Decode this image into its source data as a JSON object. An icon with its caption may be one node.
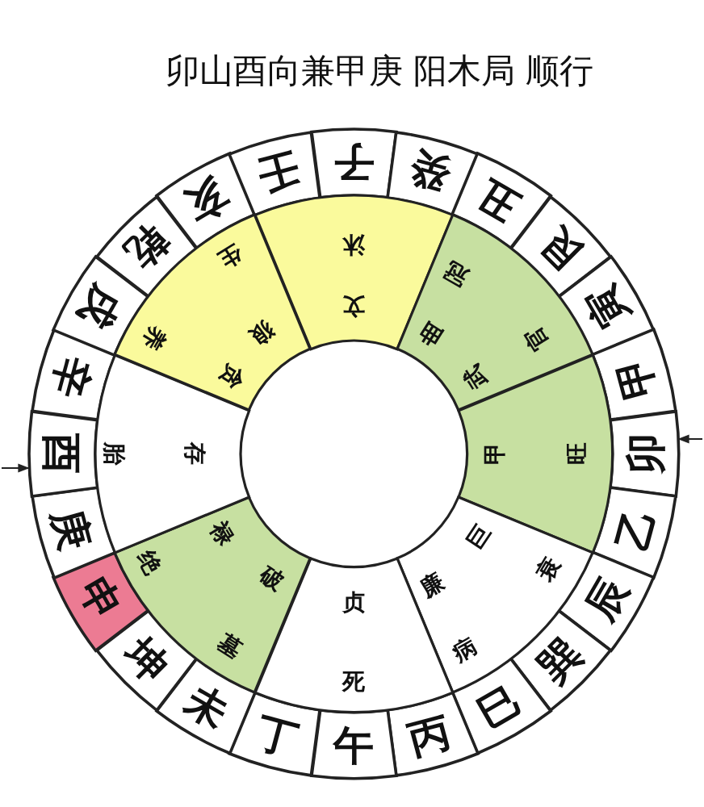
{
  "diagram": {
    "title": "卯山酉向兼甲庚 阳木局 顺行",
    "nodes": [
      {
        "text": [
          "子"
        ]
      },
      {
        "text": [
          "癸"
        ]
      },
      {
        "text": [
          "丑"
        ]
      },
      {
        "text": [
          "艮"
        ]
      },
      {
        "text": [
          "寅"
        ]
      },
      {
        "text": [
          "甲"
        ]
      },
      {
        "text": [
          "卯"
        ]
      },
      {
        "text": [
          "乙"
        ]
      },
      {
        "text": [
          "辰"
        ]
      },
      {
        "text": [
          "巽"
        ]
      },
      {
        "text": [
          "巳"
        ]
      },
      {
        "text": [
          "丙"
        ]
      },
      {
        "text": [
          "午"
        ]
      },
      {
        "text": [
          "丁"
        ]
      },
      {
        "text": [
          "未"
        ]
      },
      {
        "text": [
          "坤"
        ]
      },
      {
        "text": [
          "申"
        ]
      },
      {
        "text": [
          "庚"
        ]
      },
      {
        "text": [
          "酉"
        ]
      },
      {
        "text": [
          "辛"
        ]
      },
      {
        "text": [
          "戌"
        ]
      },
      {
        "text": [
          "乾"
        ]
      },
      {
        "text": [
          "亥"
        ]
      },
      {
        "text": [
          "壬"
        ]
      },
      {
        "text": [
          "沐",
          "文"
        ]
      },
      {
        "text": [
          "冠",
          "曲",
          "官",
          "武"
        ]
      },
      {
        "text": [
          "甲",
          "旺"
        ]
      },
      {
        "text": [
          "巨",
          "衰",
          "廉",
          "病"
        ]
      },
      {
        "text": [
          "贞",
          "死"
        ]
      },
      {
        "text": [
          "禄",
          "绝",
          "破",
          "墓"
        ]
      },
      {
        "text": [
          "胎",
          "存"
        ]
      },
      {
        "text": [
          "养",
          "生",
          "贪",
          "狼"
        ]
      }
    ],
    "edges": [
      {
        "from": null,
        "to": 18,
        "arrow": "to"
      },
      {
        "from": null,
        "to": 6,
        "arrow": "to"
      }
    ]
  }
}
